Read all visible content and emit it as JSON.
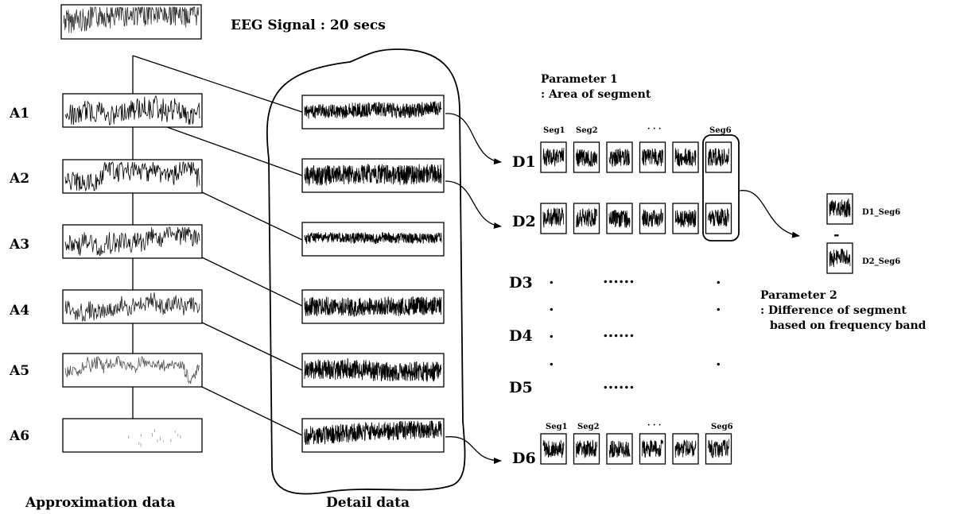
{
  "title": "EEG Signal : 20 secs",
  "approximation": {
    "labels": [
      "A1",
      "A2",
      "A3",
      "A4",
      "A5",
      "A6"
    ],
    "caption": "Approximation data"
  },
  "detail": {
    "caption": "Detail data",
    "levels_shown": [
      "D1",
      "D2",
      "D6"
    ],
    "all_levels": [
      "D1",
      "D2",
      "D3",
      "D4",
      "D5",
      "D6"
    ]
  },
  "parameter1": {
    "line1": "Parameter 1",
    "line2": ": Area of segment"
  },
  "segments": {
    "header": [
      "Seg1",
      "Seg2",
      "· · ·",
      "Seg6"
    ],
    "count": 6,
    "ellipsis": "......"
  },
  "comparison": {
    "top_label": "D1_Seg6",
    "operator": "-",
    "bottom_label": "D2_Seg6"
  },
  "parameter2": {
    "line1": "Parameter 2",
    "line2": ": Difference of segment",
    "line3": "based on frequency band"
  }
}
